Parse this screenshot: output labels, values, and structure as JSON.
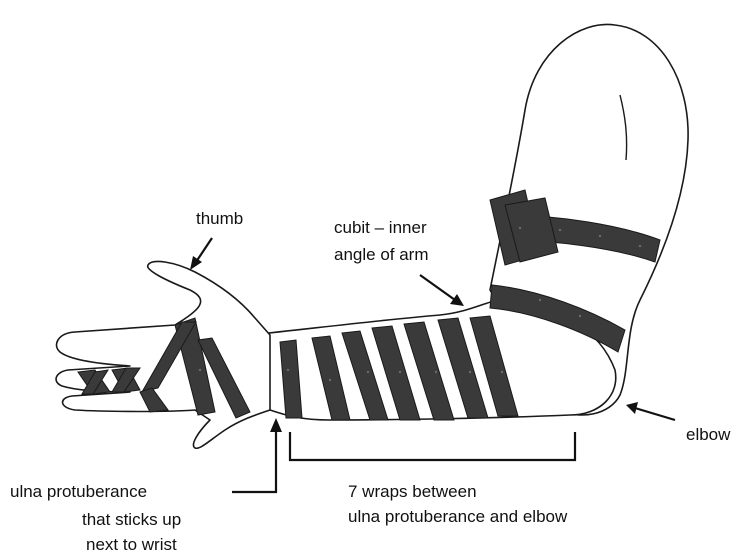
{
  "labels": {
    "thumb": "thumb",
    "cubit_line1": "cubit – inner",
    "cubit_line2": "angle of arm",
    "elbow": "elbow",
    "ulna_line1": "ulna protuberance",
    "ulna_line2": "that sticks up",
    "ulna_line3": "next to wrist",
    "wraps_line1": "7 wraps between",
    "wraps_line2": "ulna protuberance and elbow"
  },
  "colors": {
    "strap": "#3a3a3a",
    "outline": "#1a1a1a",
    "text": "#111111"
  },
  "wrap_count": 7
}
